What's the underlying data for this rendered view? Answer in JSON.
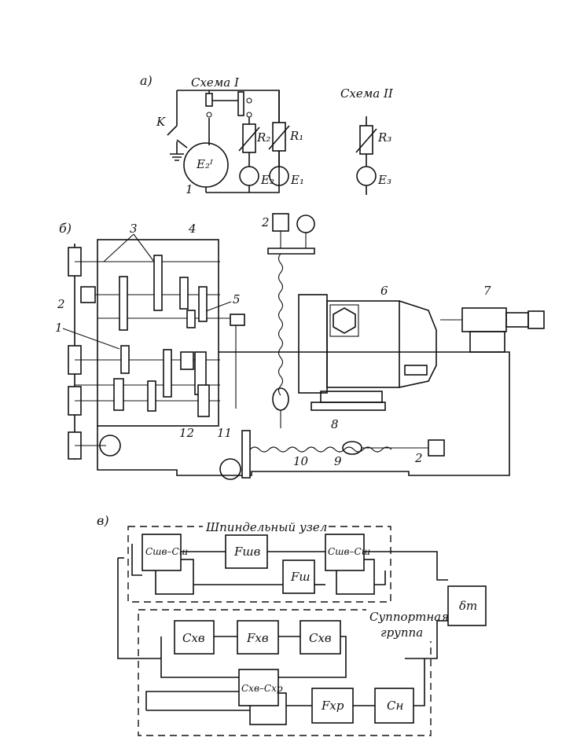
{
  "part_a": {
    "label": "а)",
    "scheme1_title": "Схема I",
    "scheme2_title": "Схема II",
    "switch_label": "K",
    "generator_label": "E₂ᴵ",
    "generator_number": "1",
    "r2": "R₂",
    "r1": "R₁",
    "r3": "R₃",
    "e2": "E₂",
    "e1": "E₁",
    "e3": "E₃"
  },
  "part_b": {
    "label": "б)",
    "callouts": [
      "1",
      "2",
      "3",
      "4",
      "5",
      "6",
      "7",
      "8",
      "9",
      "10",
      "11",
      "12",
      "2",
      "2"
    ]
  },
  "part_c": {
    "label": "в)",
    "spindle_group_title": "Шпиндельный узел",
    "support_group_title_line1": "Суппортная",
    "support_group_title_line2": "группа",
    "blocks": {
      "c_shv_csh": "Cшв–Cш",
      "f_shv": "Fшв",
      "f_sh": "Fш",
      "c_shv_csh2": "Cшв–Cш",
      "delta_t": "δт",
      "c_xv1": "Cхв",
      "f_xv": "Fхв",
      "c_xv2": "Cхв",
      "c_xv_c_xr": "Cхв–Cхр",
      "f_xr": "Fхр",
      "c_n": "Cн"
    }
  }
}
